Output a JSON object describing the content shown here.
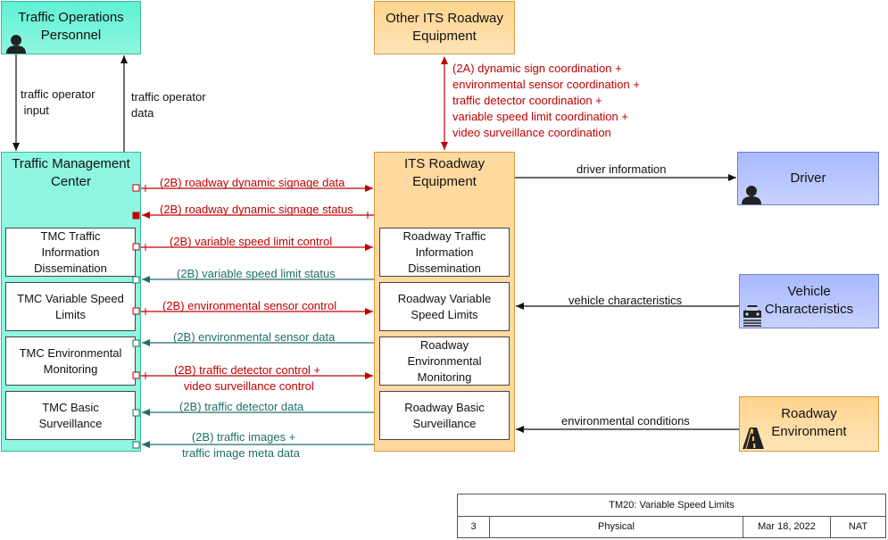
{
  "terminators": {
    "tops": {
      "name": "Traffic Operations\nPersonnel",
      "icon": "person-icon"
    },
    "other_its": {
      "name": "Other ITS Roadway\nEquipment"
    },
    "driver": {
      "name": "Driver",
      "icon": "person-icon"
    },
    "vehicle": {
      "name": "Vehicle\nCharacteristics",
      "icon": "car-icon"
    },
    "roadway_env": {
      "name": "Roadway\nEnvironment",
      "icon": "road-icon"
    }
  },
  "tmc": {
    "name": "Traffic Management\nCenter",
    "subs": [
      "TMC Traffic\nInformation\nDissemination",
      "TMC Variable Speed\nLimits",
      "TMC Environmental\nMonitoring",
      "TMC Basic\nSurveillance"
    ]
  },
  "its": {
    "name": "ITS Roadway\nEquipment",
    "subs": [
      "Roadway Traffic\nInformation\nDissemination",
      "Roadway Variable\nSpeed Limits",
      "Roadway\nEnvironmental\nMonitoring",
      "Roadway Basic\nSurveillance"
    ]
  },
  "flows": {
    "operator_input": "traffic operator\n input",
    "operator_data": "traffic operator\ndata",
    "coord_2a": "(2A) dynamic sign coordination +\nenvironmental sensor coordination +\ntraffic detector coordination +\nvariable speed limit coordination +\nvideo surveillance coordination",
    "driver_info": "driver information",
    "vehicle_char": "vehicle characteristics",
    "env_cond": "environmental conditions",
    "f1": "(2B) roadway dynamic signage data",
    "f2": "(2B) roadway dynamic signage status",
    "f3": "(2B) variable speed limit control",
    "f4": "(2B) variable speed limit status",
    "f5": "(2B) environmental sensor control",
    "f6": "(2B) environmental sensor data",
    "f7": "(2B) traffic detector control +\n   video surveillance control",
    "f8": "(2B) traffic detector data",
    "f9": "   (2B) traffic images +\ntraffic image meta data"
  },
  "colors": {
    "request": "#c00000",
    "response": "#1f6e6a",
    "neutral": "#111111"
  },
  "title_block": {
    "title": "TM20: Variable Speed Limits",
    "number": "3",
    "view": "Physical",
    "date": "Mar 18, 2022",
    "author": "NAT"
  }
}
